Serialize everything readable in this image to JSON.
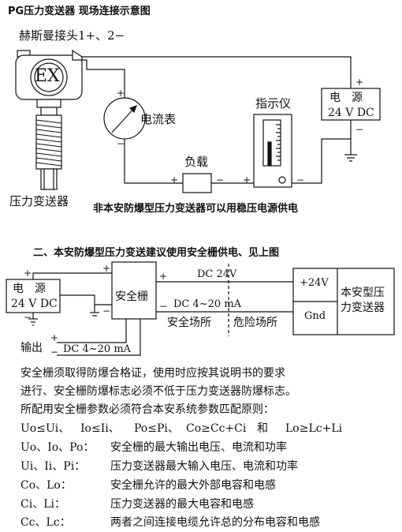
{
  "diagram1": {
    "title": "PG压力变送器 现场连接示意图",
    "hirschmann_label": "赫斯曼接头1+、2−",
    "ex_mark": "EX",
    "ammeter_label": "电流表",
    "indicator_label": "指示仪",
    "power_label_line1": "电　源",
    "power_label_line2": "24 V DC",
    "load_label": "负载",
    "transmitter_label": "压力变送器",
    "caption": "非本安防爆型压力变送器可以用稳压电源供电",
    "plus": "+",
    "minus": "−"
  },
  "diagram2": {
    "title": "二、本安防爆型压力变送建议使用安全栅供电、见上图",
    "power_line1": "电　源",
    "power_line2": "24 V DC",
    "barrier_label": "安全栅",
    "dc24_label": "DC 24V",
    "dc420_label": "DC 4~20 mA",
    "safe_area": "安全场所",
    "hazard_area": "危险场所",
    "plus24": "+24V",
    "gnd": "Gnd",
    "is_transmitter_line1": "本安型压",
    "is_transmitter_line2": "力变送器",
    "output_label": "输出",
    "output_signal": "DC 4~20  mA",
    "plus": "+",
    "minus": "−"
  },
  "notes": {
    "line1": "安全栅须取得防爆合格证，使用时应按其说明书的要求",
    "line2": "进行、安全栅防爆标志必须不低于压力变送器防爆标志。",
    "line3": "所配用安全栅参数必须符合本安系统参数匹配原则：",
    "formulas": [
      "Uo≤Ui、",
      "Io≤Ii、",
      "Po≤Pi、",
      "Co≥Cc+Ci",
      "和",
      "Lo≥Lc+Li"
    ],
    "definitions": [
      {
        "term": "Uo、Io、Po：",
        "desc": "安全栅的最大输出电压、电流和功率"
      },
      {
        "term": "Ui、Ii、Pi：",
        "desc": "压力变送器最大输入电压、电流和功率"
      },
      {
        "term": "Co、Lo：",
        "desc": "安全栅允许的最大外部电容和电感"
      },
      {
        "term": "Ci、Li：",
        "desc": "压力变送器的最大电容和电感"
      },
      {
        "term": "Cc、Lc：",
        "desc": "两者之间连接电缆允许总的分布电容和电感"
      }
    ]
  }
}
